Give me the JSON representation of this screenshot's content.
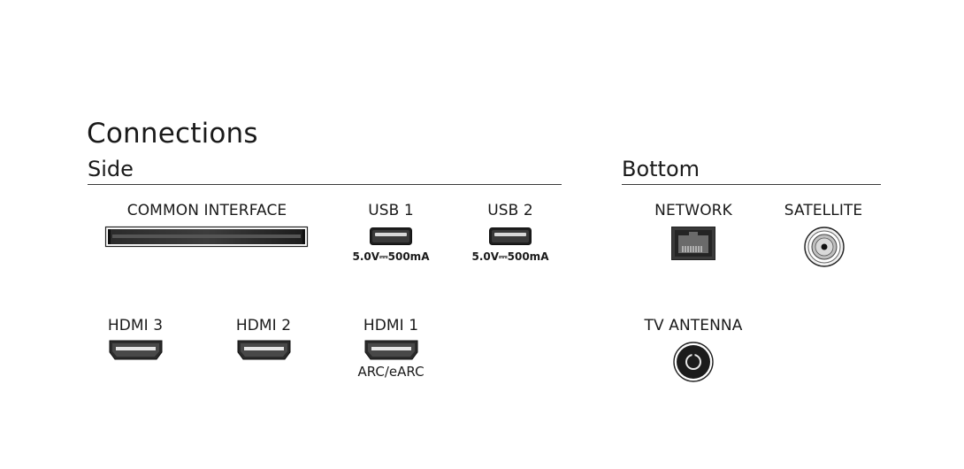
{
  "title": "Connections",
  "sections": {
    "side": "Side",
    "bottom": "Bottom"
  },
  "ports": {
    "common_interface": {
      "label": "COMMON INTERFACE",
      "icon": "ci-slot-icon"
    },
    "usb1": {
      "label": "USB 1",
      "rating": "5.0V⎓500mA",
      "icon": "usb-port-icon"
    },
    "usb2": {
      "label": "USB 2",
      "rating": "5.0V⎓500mA",
      "icon": "usb-port-icon"
    },
    "hdmi3": {
      "label": "HDMI 3",
      "icon": "hdmi-port-icon"
    },
    "hdmi2": {
      "label": "HDMI 2",
      "icon": "hdmi-port-icon"
    },
    "hdmi1": {
      "label": "HDMI 1",
      "note": "ARC/eARC",
      "icon": "hdmi-port-icon"
    },
    "network": {
      "label": "NETWORK",
      "icon": "ethernet-port-icon"
    },
    "satellite": {
      "label": "SATELLITE",
      "icon": "f-connector-icon"
    },
    "tv_antenna": {
      "label": "TV ANTENNA",
      "icon": "coax-antenna-icon"
    }
  }
}
